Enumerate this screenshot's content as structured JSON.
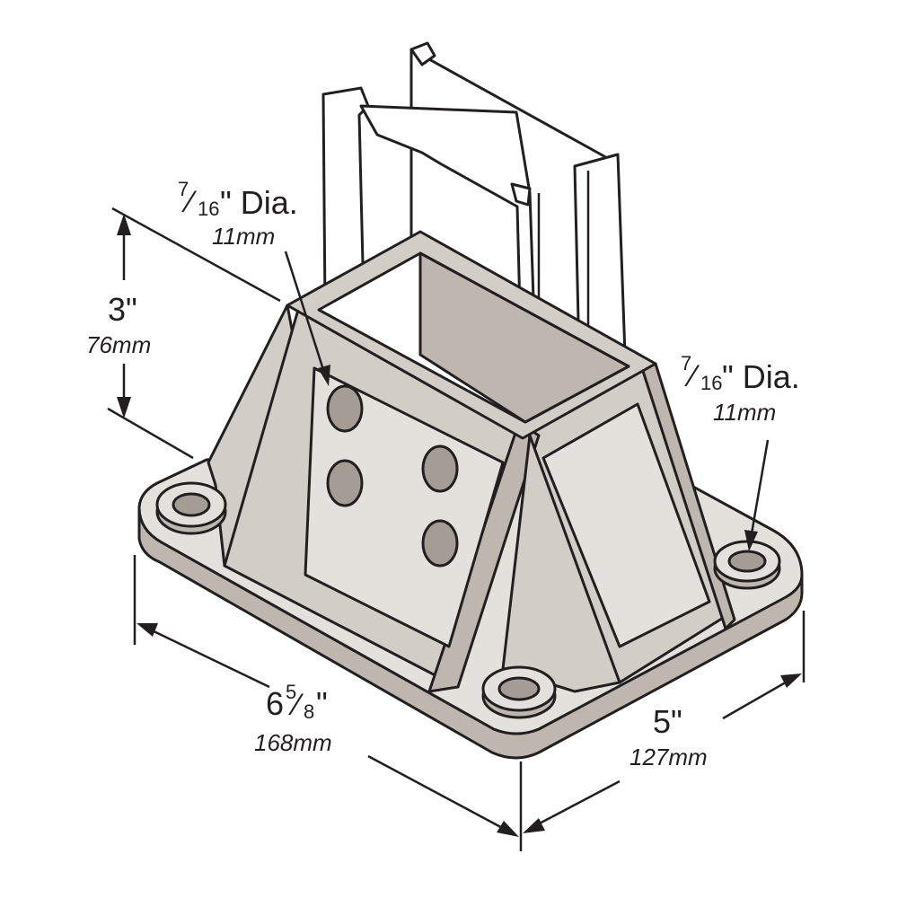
{
  "labels": {
    "height": {
      "main": "3\"",
      "sub": "76mm"
    },
    "length": {
      "whole": "6",
      "num": "5",
      "den": "8",
      "unit": "\"",
      "sub": "168mm"
    },
    "width": {
      "main": "5\"",
      "sub": "127mm"
    },
    "hole_left": {
      "num": "7",
      "den": "16",
      "suffix": "\" Dia.",
      "sub": "11mm"
    },
    "hole_right": {
      "num": "7",
      "den": "16",
      "suffix": "\" Dia.",
      "sub": "11mm"
    }
  },
  "colors": {
    "ink": "#231f20",
    "metal": "#d2cdc7",
    "metal_shadow": "#bdb7b0",
    "hole": "#a49d96"
  }
}
